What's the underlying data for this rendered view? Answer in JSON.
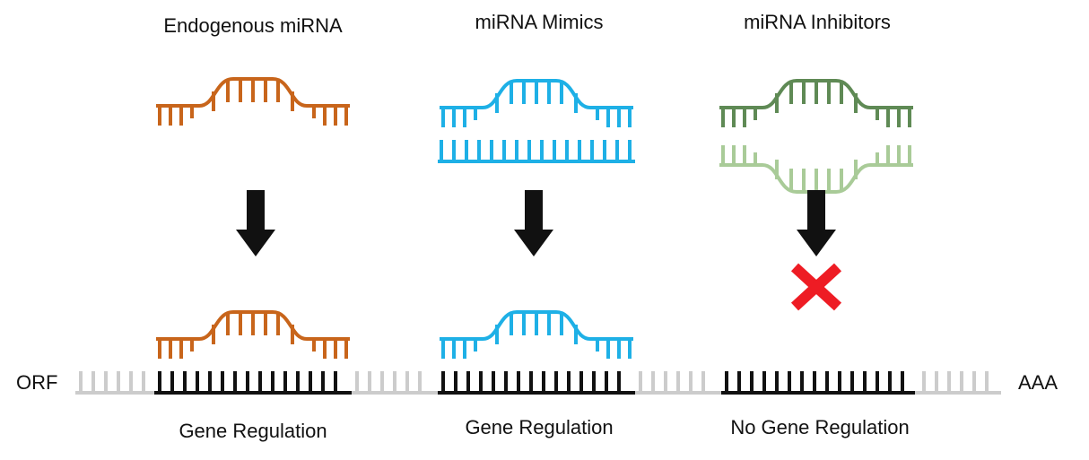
{
  "columns": [
    {
      "title": "Endogenous miRNA",
      "result": "Gene Regulation",
      "color": "#c8651b"
    },
    {
      "title": "miRNA Mimics",
      "result": "Gene Regulation",
      "color": "#1eb0e6"
    },
    {
      "title": "miRNA Inhibitors",
      "result": "No Gene Regulation",
      "color": "#5f8a55",
      "inhibitor_color": "#a9cb98"
    }
  ],
  "mrna": {
    "left_label": "ORF",
    "right_label": "AAA",
    "target_color": "#111111",
    "backbone_color": "#cccccc"
  },
  "colors": {
    "arrow": "#111111",
    "block": "#ee1c24"
  },
  "icons": [
    "down-arrow-icon",
    "blocked-x-icon"
  ]
}
